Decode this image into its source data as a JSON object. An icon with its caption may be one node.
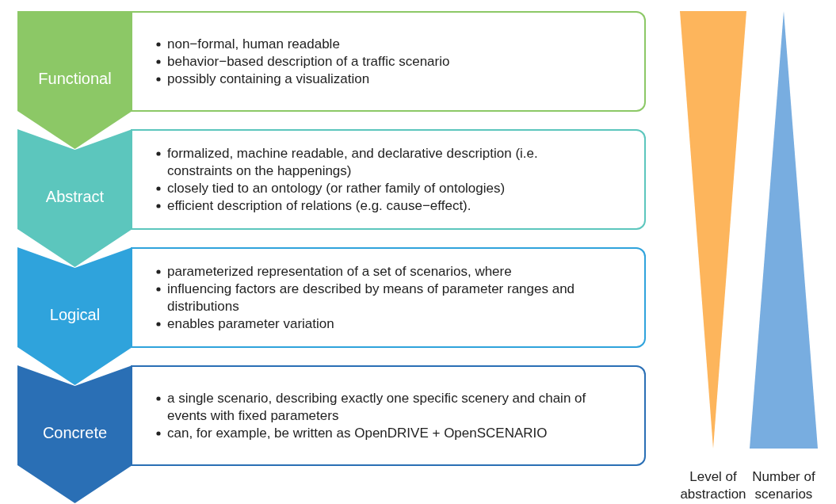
{
  "diagram": {
    "nodes": [
      {
        "text": [
          "Functional"
        ]
      },
      {
        "text": [
          "non−formal, human readable",
          "behavior−based description of a traffic scenario",
          "possibly containing a visualization"
        ]
      },
      {
        "text": [
          "Abstract"
        ]
      },
      {
        "text": [
          "formalized, machine readable, and declarative description (i.e. constraints on the happenings)",
          "closely tied to an ontology (or rather family of ontologies)",
          "efficient description of relations (e.g. cause−effect)."
        ]
      },
      {
        "text": [
          "Logical"
        ]
      },
      {
        "text": [
          "parameterized representation of a set of scenarios, where",
          "influencing factors are described by means of parameter ranges and distributions",
          "enables parameter variation"
        ]
      },
      {
        "text": [
          "Concrete"
        ]
      },
      {
        "text": [
          "a single scenario, describing exactly one specific scenery and chain of events with fixed parameters",
          "can, for example, be written as OpenDRIVE + OpenSCENARIO"
        ]
      },
      {
        "text": [],
        "shape": "triangle",
        "beside": [
          "Level of abstraction"
        ]
      },
      {
        "text": [],
        "shape": "triangle",
        "beside": [
          "Number of scenarios"
        ]
      }
    ]
  }
}
